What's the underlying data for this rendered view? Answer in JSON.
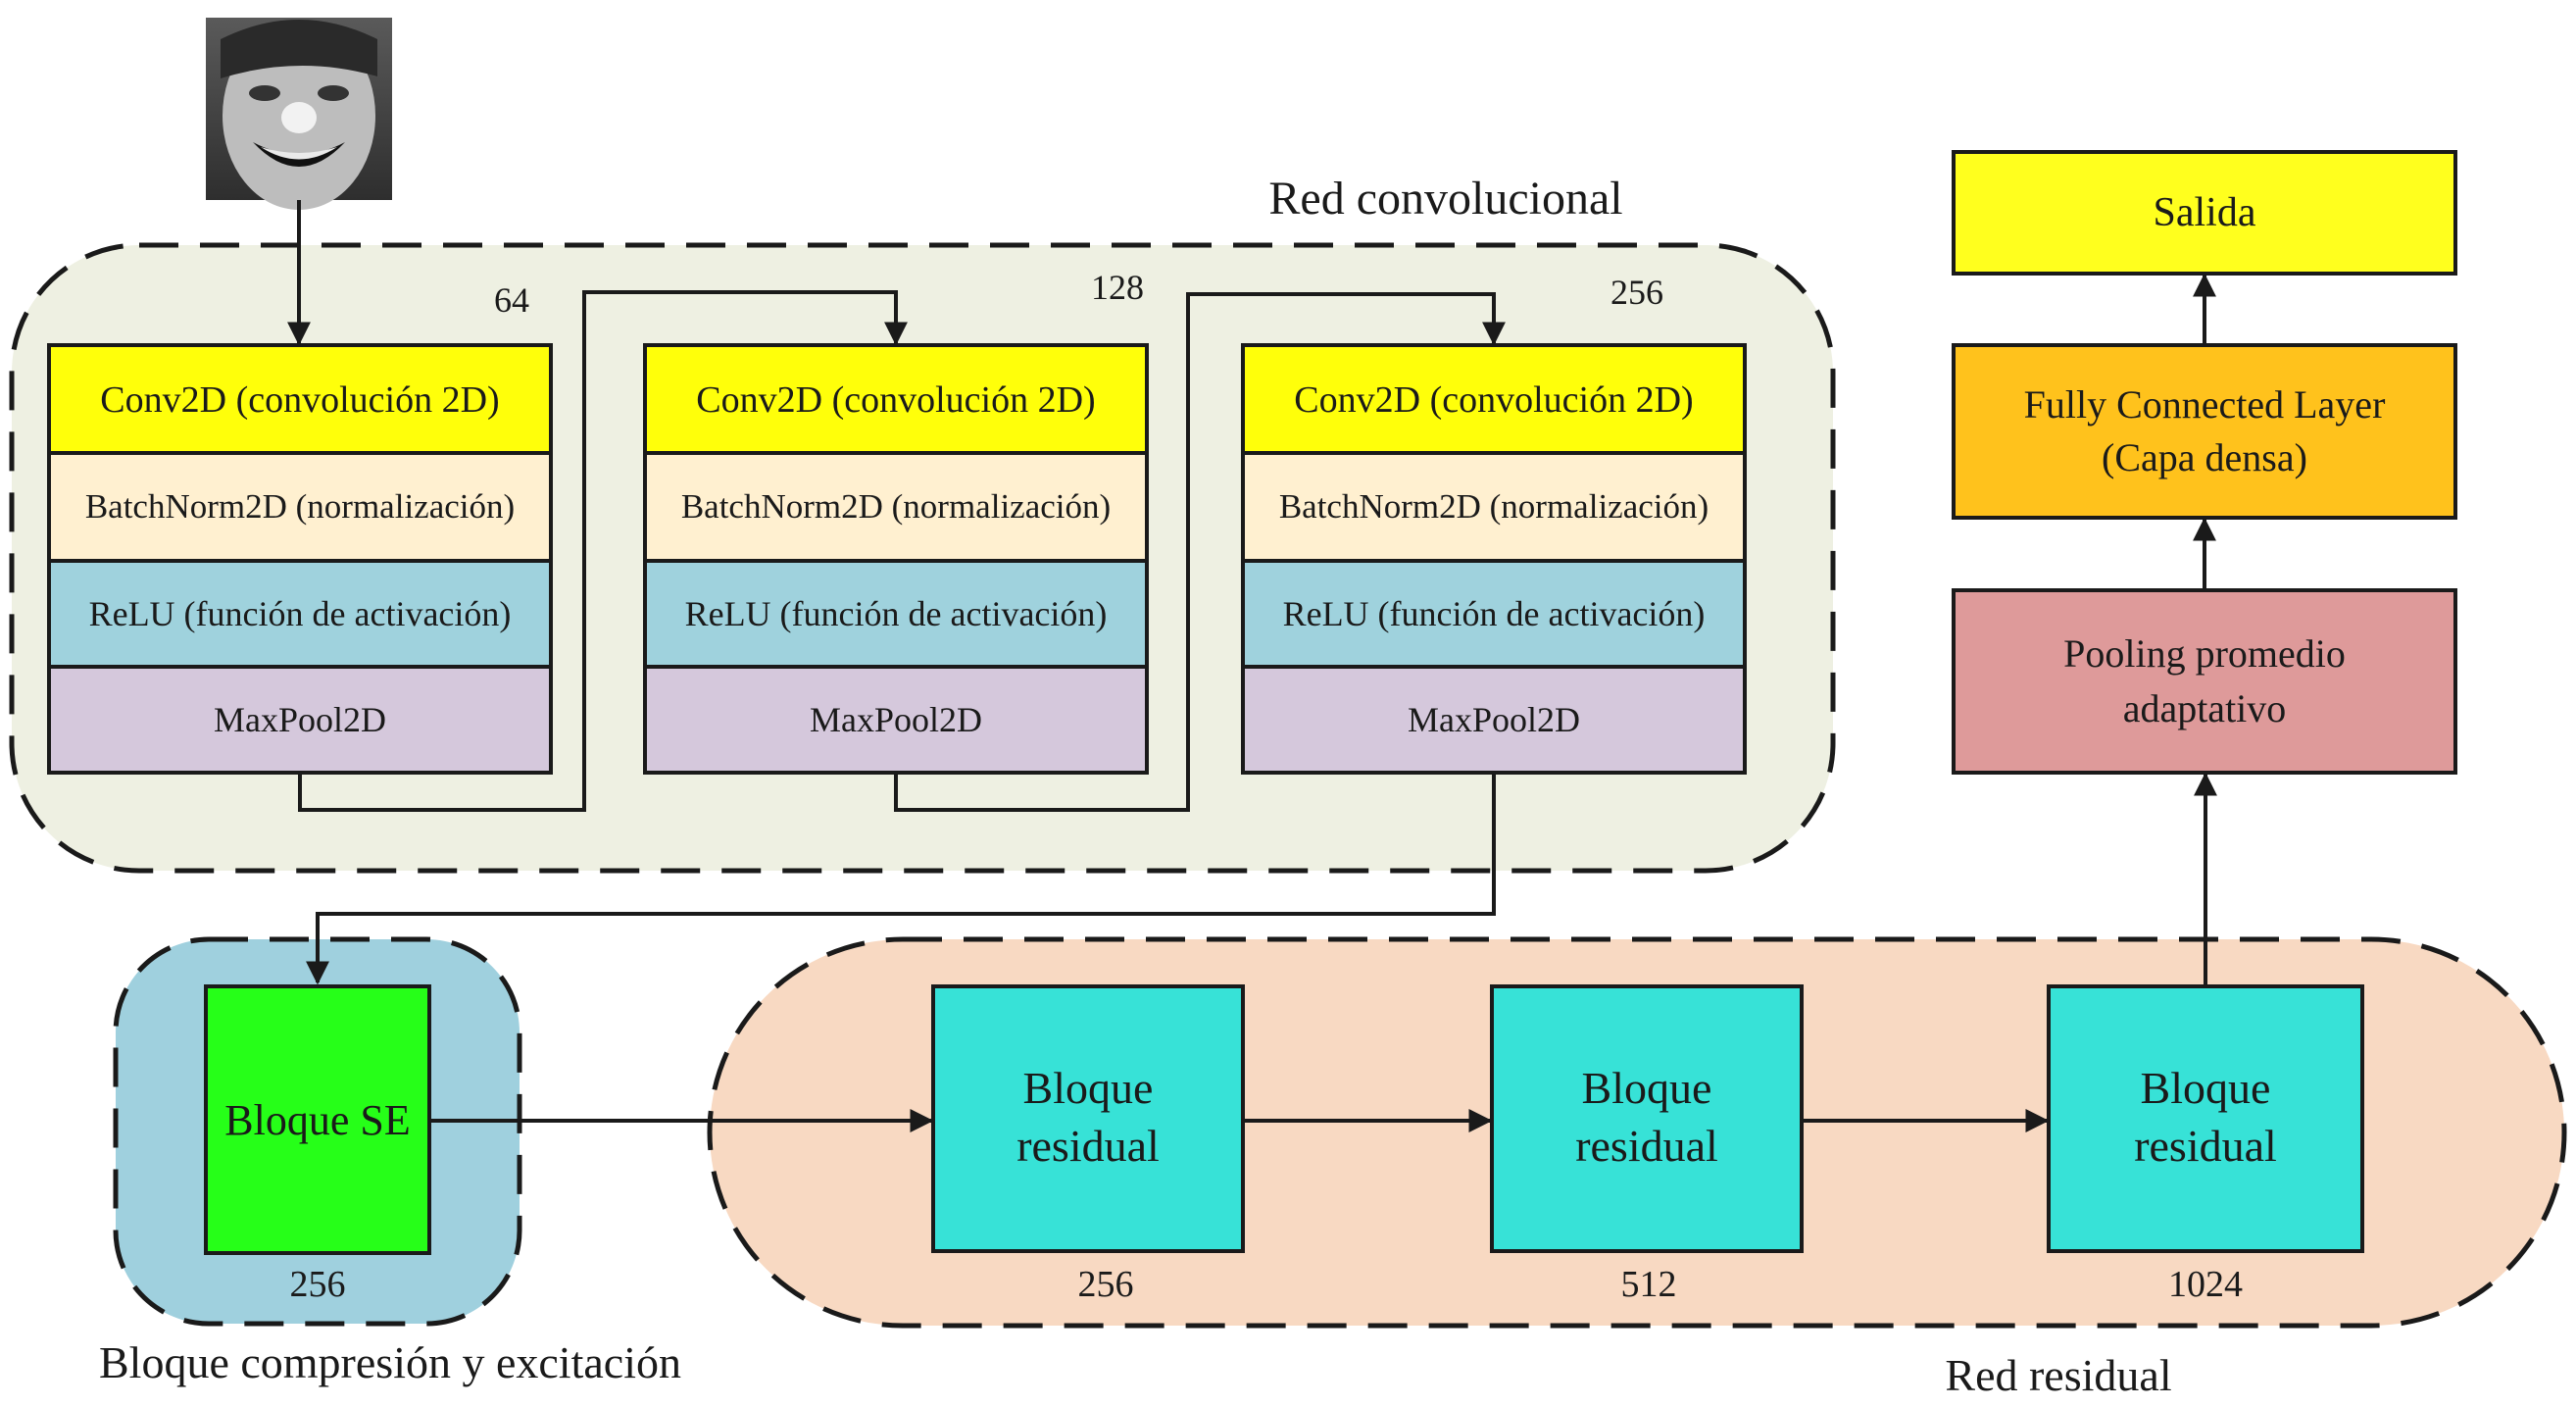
{
  "input_image": {
    "description_icon": "face-photo-icon"
  },
  "regions": {
    "conv": {
      "title": "Red convolucional",
      "color": "#eef0e2"
    },
    "se": {
      "title": "Bloque compresión y excitación",
      "color": "#9fd0de"
    },
    "residual": {
      "title": "Red residual",
      "color": "#f8d9c2"
    }
  },
  "conv_stages": [
    {
      "channels": "64"
    },
    {
      "channels": "128"
    },
    {
      "channels": "256"
    }
  ],
  "conv_layers": [
    {
      "label": "Conv2D (convolución 2D)",
      "color": "#ffff0a"
    },
    {
      "label": "BatchNorm2D (normalización)",
      "color": "#fff0d0"
    },
    {
      "label": "ReLU (función de activación)",
      "color": "#9fd2dd"
    },
    {
      "label": "MaxPool2D",
      "color": "#d5c8dc"
    }
  ],
  "se_block": {
    "label": "Bloque SE",
    "channels": "256",
    "color": "#26ff18"
  },
  "residual_blocks": [
    {
      "line1": "Bloque",
      "line2": "residual",
      "channels": "256"
    },
    {
      "line1": "Bloque",
      "line2": "residual",
      "channels": "512"
    },
    {
      "line1": "Bloque",
      "line2": "residual",
      "channels": "1024"
    }
  ],
  "residual_color": "#37e2d7",
  "head": {
    "pooling": {
      "line1": "Pooling promedio",
      "line2": "adaptativo",
      "color": "#de9a9a"
    },
    "fc": {
      "line1": "Fully Connected Layer",
      "line2": "(Capa densa)",
      "color": "#ffc21c"
    },
    "output": {
      "label": "Salida",
      "color": "#ffff1e"
    }
  }
}
